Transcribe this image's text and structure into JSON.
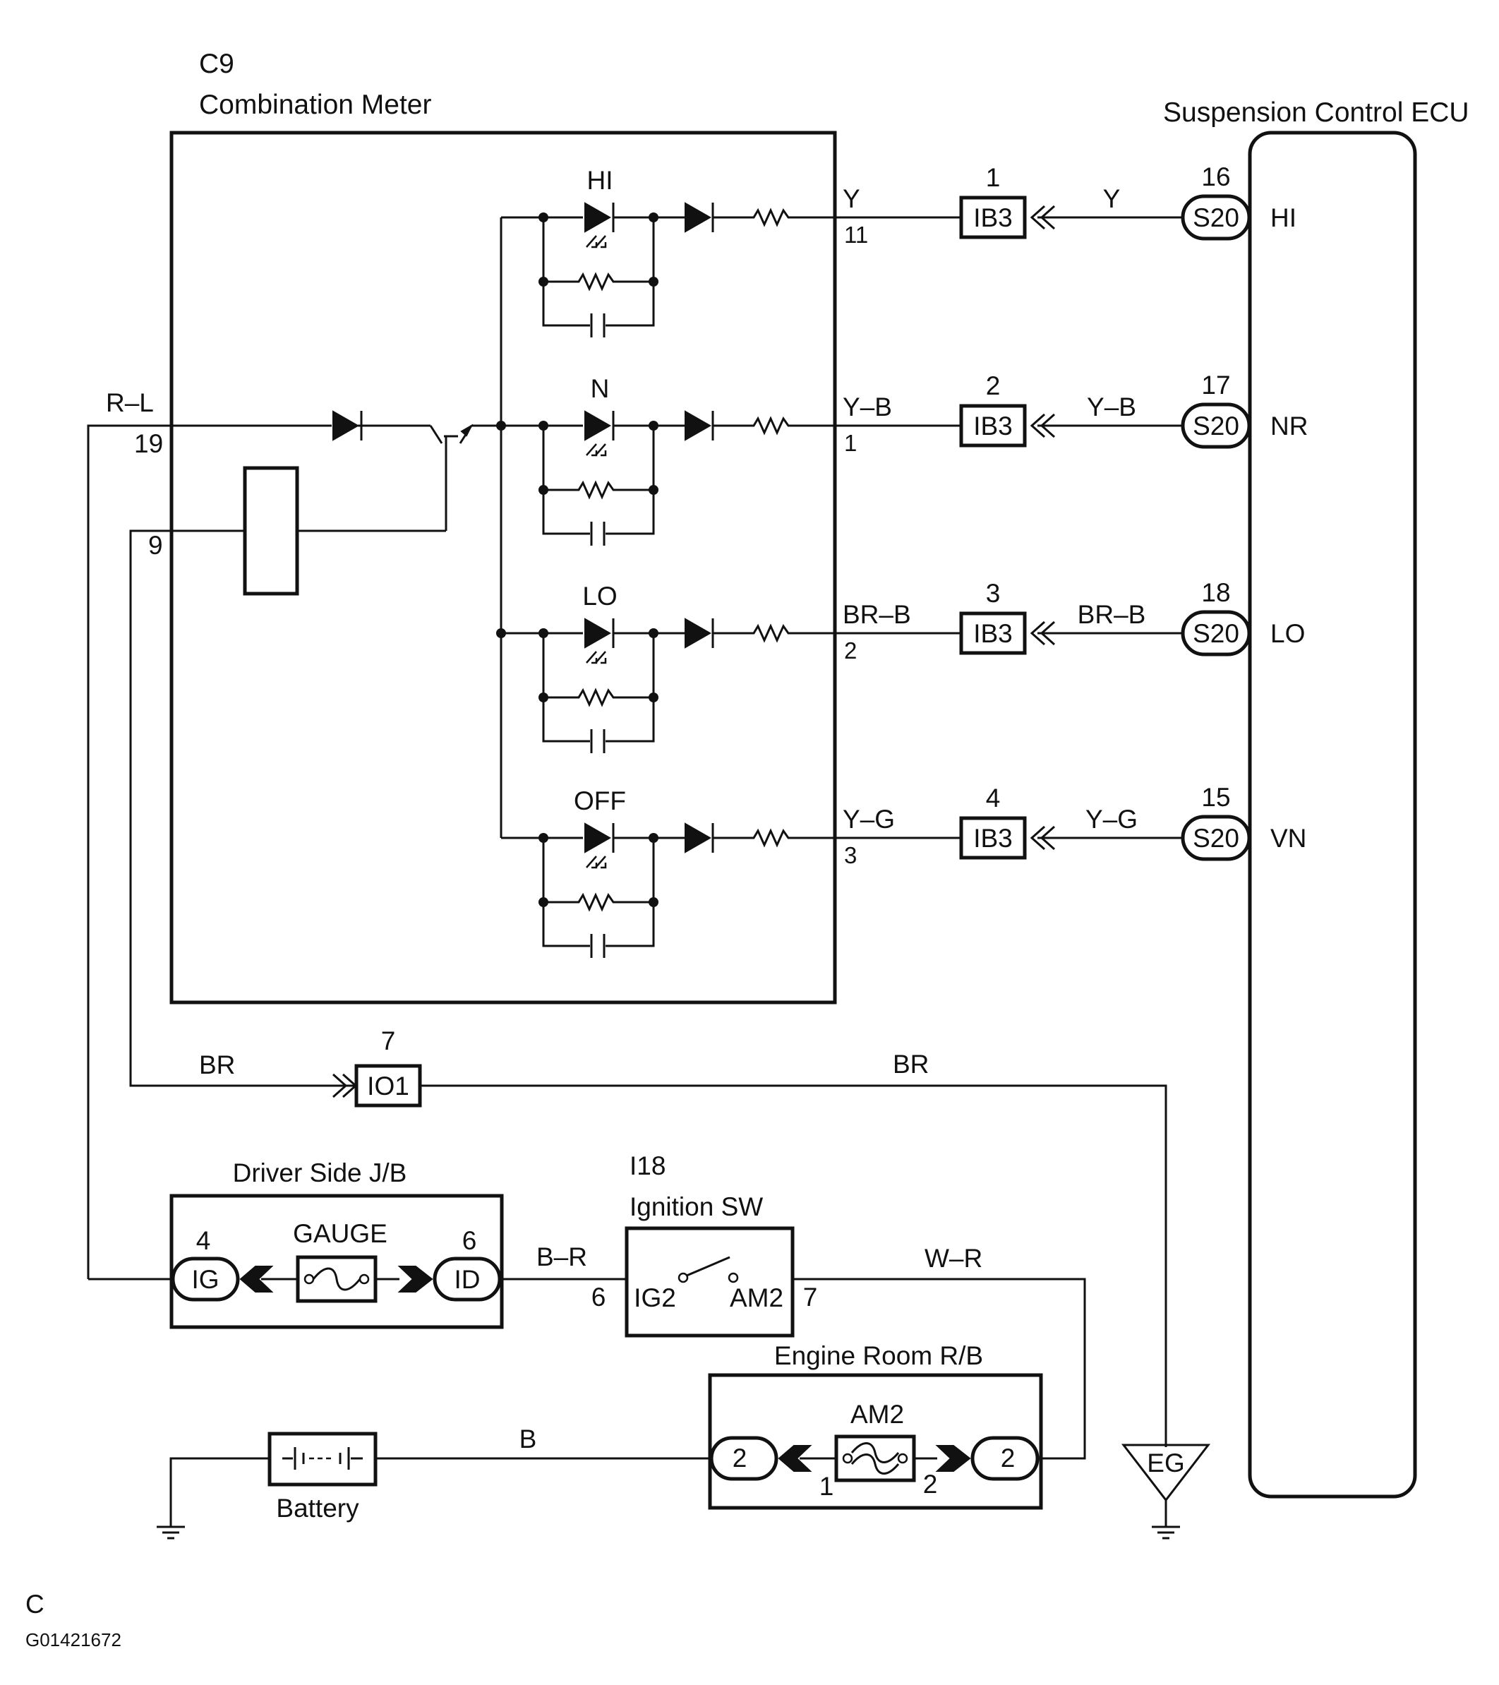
{
  "meter": {
    "code": "C9",
    "name": "Combination Meter",
    "pin_rl": "19",
    "pin_9": "9"
  },
  "ecu": {
    "name": "Suspension Control ECU"
  },
  "channels": [
    {
      "label": "HI",
      "wire": "Y",
      "pin": "11",
      "ib3_pin": "1",
      "ib3": "IB3",
      "ecu_pin": "16",
      "ecu_conn": "S20",
      "ecu_label": "HI"
    },
    {
      "label": "N",
      "wire": "Y–B",
      "pin": "1",
      "ib3_pin": "2",
      "ib3": "IB3",
      "ecu_pin": "17",
      "ecu_conn": "S20",
      "ecu_label": "NR"
    },
    {
      "label": "LO",
      "wire": "BR–B",
      "pin": "2",
      "ib3_pin": "3",
      "ib3": "IB3",
      "ecu_pin": "18",
      "ecu_conn": "S20",
      "ecu_label": "LO"
    },
    {
      "label": "OFF",
      "wire": "Y–G",
      "pin": "3",
      "ib3_pin": "4",
      "ib3": "IB3",
      "ecu_pin": "15",
      "ecu_conn": "S20",
      "ecu_label": "VN"
    }
  ],
  "wires": {
    "rl": "R–L",
    "br_left": "BR",
    "br_right": "BR",
    "br_jb": "B–R",
    "wr": "W–R",
    "b": "B"
  },
  "io1": {
    "pin": "7",
    "label": "IO1"
  },
  "jb": {
    "name": "Driver Side J/B",
    "fuse": "GAUGE",
    "ig_pin": "4",
    "ig": "IG",
    "id_pin": "6",
    "id": "ID"
  },
  "ignition": {
    "code": "I18",
    "name": "Ignition SW",
    "pin_ig2": "6",
    "ig2": "IG2",
    "am2": "AM2",
    "pin_am2": "7"
  },
  "rb": {
    "name": "Engine Room R/B",
    "fuse": "AM2",
    "left": "2",
    "right": "2",
    "fuse_pin_1": "1",
    "fuse_pin_2": "2"
  },
  "battery": {
    "label": "Battery"
  },
  "ground": {
    "label": "EG"
  },
  "footer": {
    "letter": "C",
    "code": "G01421672"
  }
}
